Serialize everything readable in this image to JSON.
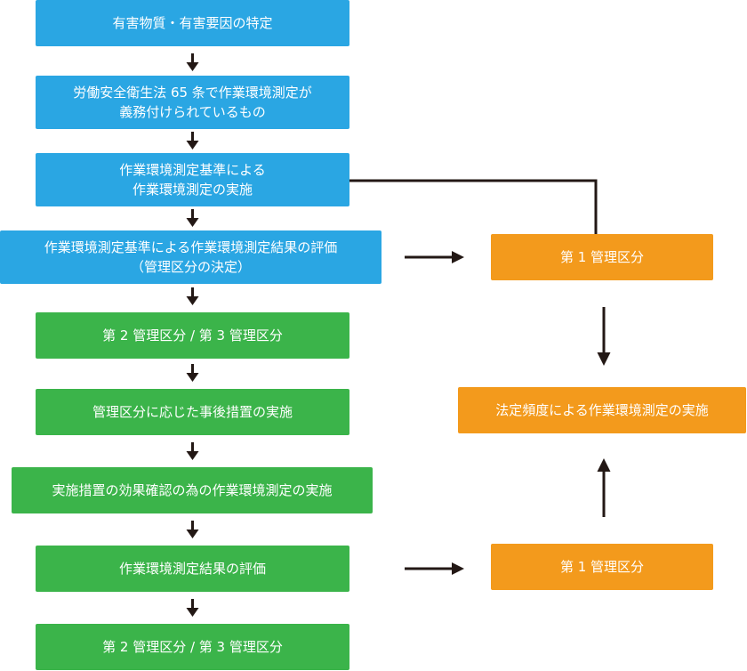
{
  "left_flow": {
    "step1": "有害物質・有害要因の特定",
    "step2_line1": "労働安全衛生法 65 条で作業環境測定が",
    "step2_line2": "義務付けられているもの",
    "step3_line1": "作業環境測定基準による",
    "step3_line2": "作業環境測定の実施",
    "step4_line1": "作業環境測定基準による作業環境測定結果の評価",
    "step4_line2": "（管理区分の決定）",
    "step5": "第 2 管理区分 / 第 3 管理区分",
    "step6": "管理区分に応じた事後措置の実施",
    "step7": "実施措置の効果確認の為の作業環境測定の実施",
    "step8": "作業環境測定結果の評価",
    "step9": "第 2 管理区分 / 第 3 管理区分"
  },
  "right_flow": {
    "class1_top": "第 1 管理区分",
    "statutory_measurement": "法定頻度による作業環境測定の実施",
    "class1_bottom": "第 1 管理区分"
  },
  "colors": {
    "blue": "#2aa6e3",
    "green": "#3bb44a",
    "orange": "#f39a1c",
    "connector": "#231815"
  }
}
